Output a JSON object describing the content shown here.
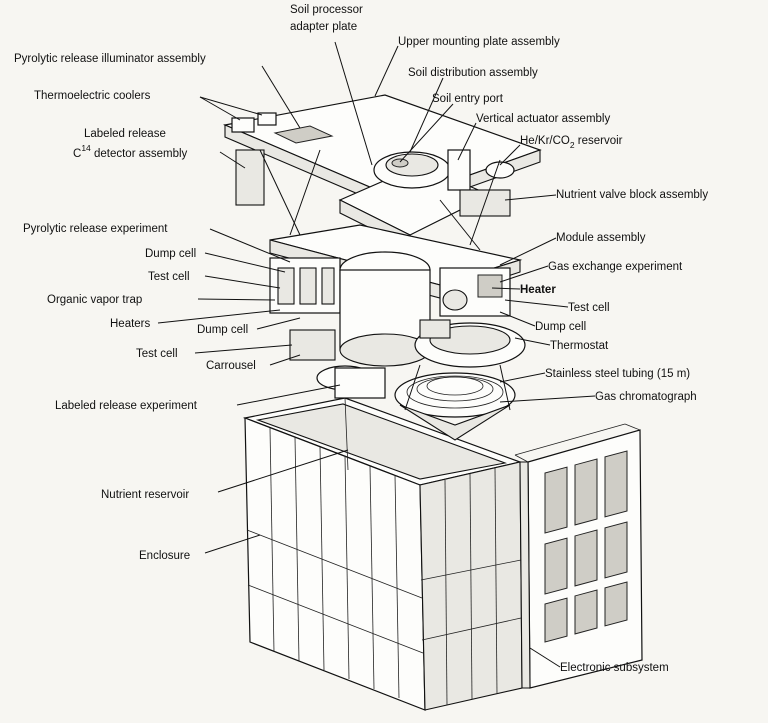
{
  "labels": {
    "soil_processor_adapter_plate_1": "Soil processor",
    "soil_processor_adapter_plate_2": "adapter plate",
    "upper_mounting_plate_assembly": "Upper mounting plate assembly",
    "pyrolytic_release_illuminator_assembly": "Pyrolytic release illuminator assembly",
    "soil_distribution_assembly": "Soil distribution assembly",
    "thermoelectric_coolers": "Thermoelectric coolers",
    "soil_entry_port": "Soil entry port",
    "labeled_release_detector_1": "Labeled release",
    "labeled_release_detector_2_prefix": "C",
    "labeled_release_detector_2_sup": "14",
    "labeled_release_detector_2_suffix": " detector assembly",
    "vertical_actuator_assembly": "Vertical actuator assembly",
    "reservoir_prefix": "He/Kr/CO",
    "reservoir_sub": "2",
    "reservoir_suffix": " reservoir",
    "nutrient_valve_block_assembly": "Nutrient valve block assembly",
    "pyrolytic_release_experiment": "Pyrolytic release experiment",
    "module_assembly": "Module assembly",
    "dump_cell_left_upper": "Dump cell",
    "gas_exchange_experiment": "Gas exchange experiment",
    "test_cell_left_upper": "Test cell",
    "heater": "Heater",
    "organic_vapor_trap": "Organic vapor trap",
    "test_cell_right": "Test cell",
    "heaters": "Heaters",
    "dump_cell_left_lower": "Dump cell",
    "dump_cell_right": "Dump cell",
    "test_cell_left_lower": "Test cell",
    "thermostat": "Thermostat",
    "carrousel": "Carrousel",
    "stainless_steel_tubing": "Stainless steel tubing (15 m)",
    "labeled_release_experiment": "Labeled release experiment",
    "gas_chromatograph": "Gas chromatograph",
    "nutrient_reservoir": "Nutrient reservoir",
    "enclosure": "Enclosure",
    "electronic_subsystem": "Electronic subsystem"
  }
}
